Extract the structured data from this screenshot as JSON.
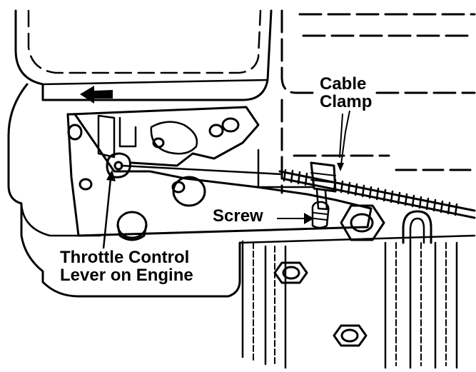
{
  "colors": {
    "ink": "#000000",
    "paper": "#ffffff"
  },
  "icons": {
    "direction_arrow": "left-arrow-icon"
  },
  "labels": {
    "cable_clamp": {
      "line1": "Cable",
      "line2": "Clamp"
    },
    "screw": "Screw",
    "throttle_lever": {
      "line1": "Throttle Control",
      "line2": "Lever on Engine"
    }
  }
}
